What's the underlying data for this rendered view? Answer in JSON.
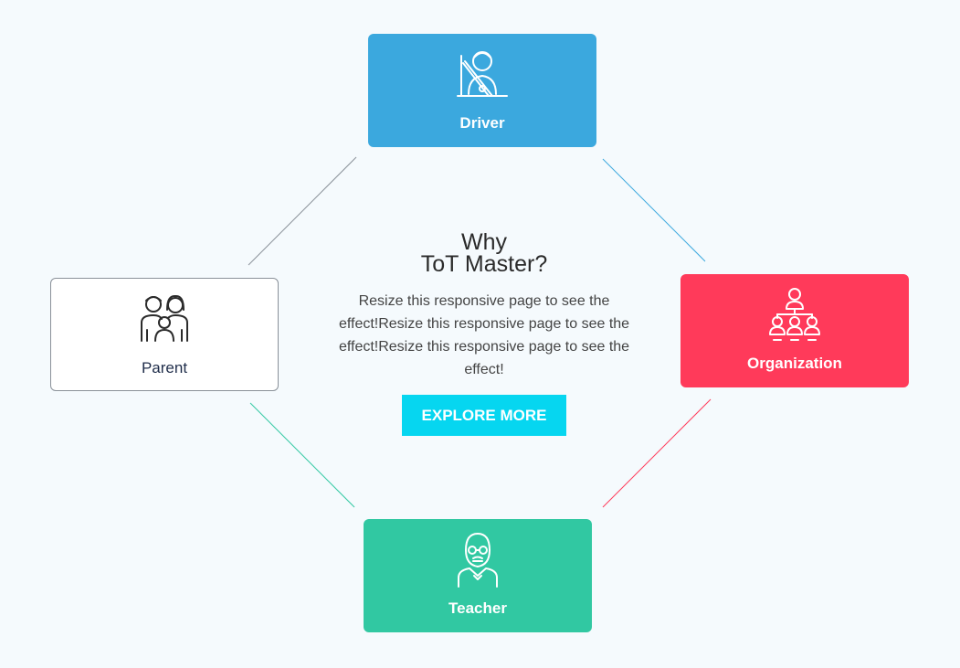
{
  "center": {
    "title_line1": "Why",
    "title_line2": "ToT Master?",
    "description": "Resize this responsive page to see the effect!Resize this responsive page to see the effect!Resize this responsive page to see the effect!",
    "button_label": "EXPLORE MORE"
  },
  "cards": {
    "driver": {
      "label": "Driver",
      "icon": "driver-icon",
      "color": "#3ba8de"
    },
    "parent": {
      "label": "Parent",
      "icon": "family-icon",
      "color": "#ffffff"
    },
    "organization": {
      "label": "Organization",
      "icon": "organization-icon",
      "color": "#ff3a5a"
    },
    "teacher": {
      "label": "Teacher",
      "icon": "teacher-icon",
      "color": "#31c8a2"
    }
  },
  "colors": {
    "button": "#06d6f0",
    "connector_driver_parent": "#8a9199",
    "connector_driver_org": "#3ba8de",
    "connector_org_teacher": "#ff3a5a",
    "connector_parent_teacher": "#31c8a2"
  }
}
